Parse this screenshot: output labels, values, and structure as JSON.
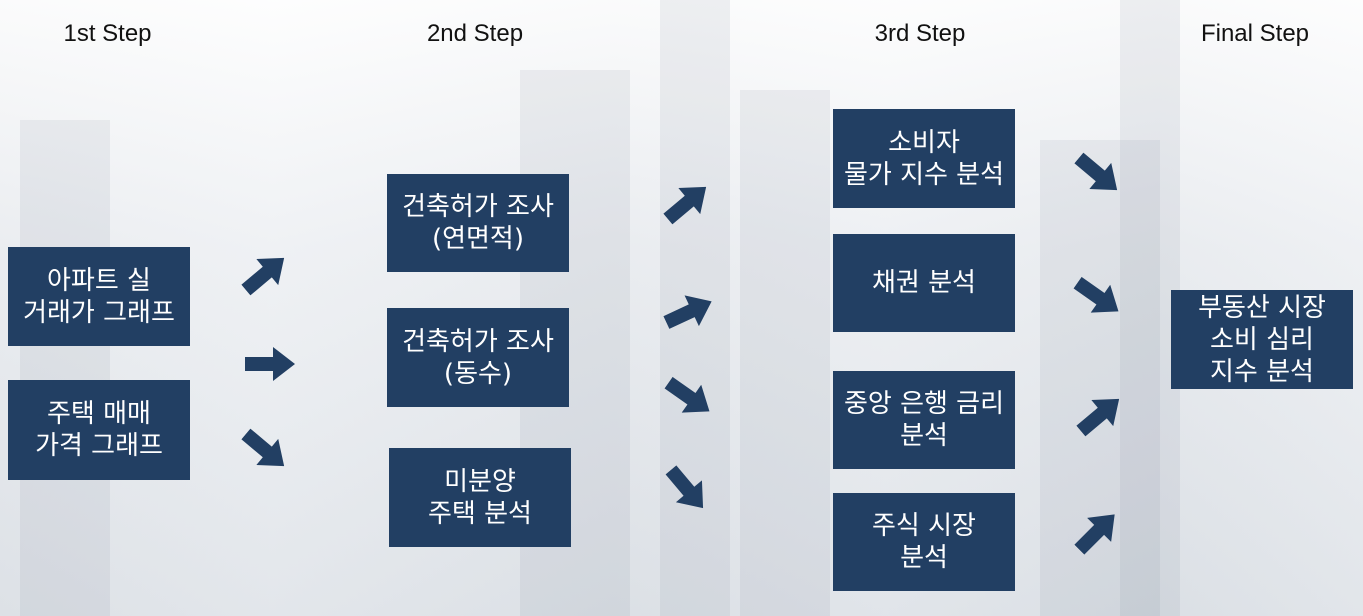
{
  "steps": {
    "s1": "1st Step",
    "s2": "2nd Step",
    "s3": "3rd Step",
    "s4": "Final Step"
  },
  "boxes": {
    "b1": "아파트 실\n거래가 그래프",
    "b2": "주택 매매\n가격 그래프",
    "b3": "건축허가 조사\n(연면적)",
    "b4": "건축허가 조사\n(동수)",
    "b5": "미분양\n주택 분석",
    "b6": "소비자\n물가 지수 분석",
    "b7": "채권 분석",
    "b8": "중앙 은행 금리\n분석",
    "b9": "주식 시장\n분석",
    "b10": "부동산 시장\n소비 심리\n지수 분석"
  },
  "colors": {
    "box": "#223f63",
    "arrow": "#223f63",
    "text": "#111111"
  },
  "icons": [
    "arrow-icon"
  ]
}
